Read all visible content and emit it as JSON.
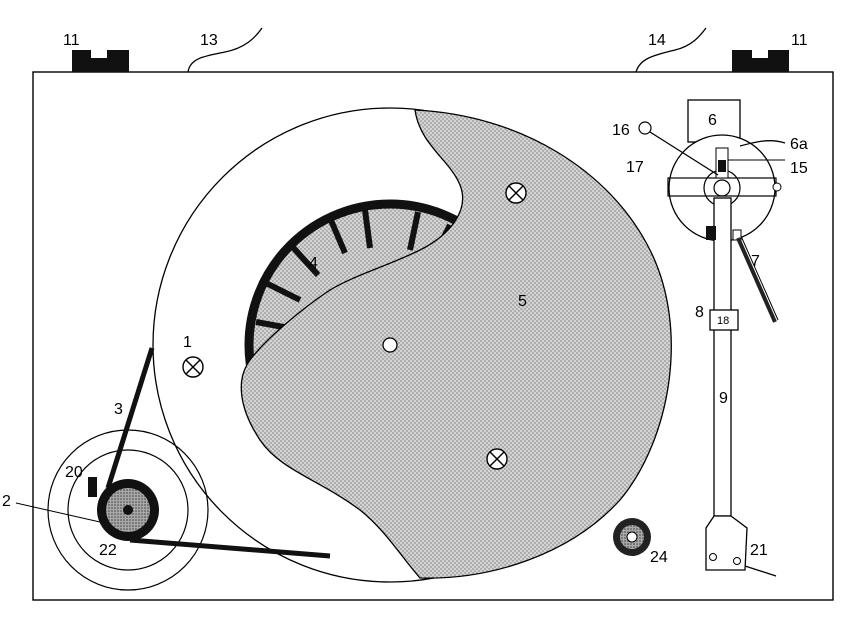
{
  "colors": {
    "stroke": "#000000",
    "background": "#ffffff",
    "stipple_light": "#bdbdbd",
    "stipple_dark": "#707070"
  },
  "labels": {
    "l1": "1",
    "l2": "2",
    "l3": "3",
    "l4": "4",
    "l5": "5",
    "l6": "6",
    "l6a": "6a",
    "l7": "7",
    "l8": "8",
    "l9": "9",
    "l11_left": "11",
    "l11_right": "11",
    "l13": "13",
    "l14": "14",
    "l15": "15",
    "l16": "16",
    "l17": "17",
    "l18": "18",
    "l20": "20",
    "l21": "21",
    "l22": "22",
    "l24": "24"
  }
}
